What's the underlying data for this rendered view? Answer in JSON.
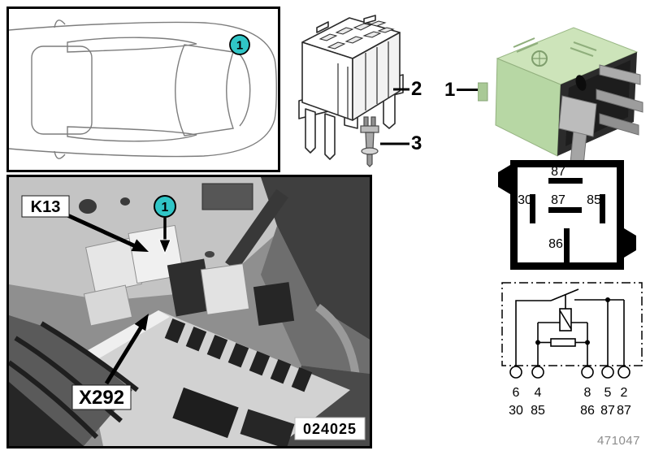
{
  "colors": {
    "callout_fill": "#30c5c6",
    "relay_top_green": "#cde4ba",
    "relay_body_green": "#b7d7a4",
    "photo_bg": "#8f8f8f"
  },
  "car_locator": {
    "callout_label": "1"
  },
  "parts": {
    "relay": {
      "item_number": "1"
    },
    "socket": {
      "item_number": "2"
    },
    "terminal": {
      "item_number": "3"
    }
  },
  "photo": {
    "relay_code": "K13",
    "callout_label": "1",
    "connector_code": "X292",
    "image_number": "024025"
  },
  "pin_diagram": {
    "pin_top": "87",
    "pin_left": "30",
    "pin_center": "87",
    "pin_right": "85",
    "pin_bottom": "86"
  },
  "schematic": {
    "terminals": [
      {
        "pin": "6",
        "function": "30"
      },
      {
        "pin": "4",
        "function": "85"
      },
      {
        "pin": "8",
        "function": "86"
      },
      {
        "pin": "5",
        "function": "87"
      },
      {
        "pin": "2",
        "function": "87"
      }
    ]
  },
  "footer": {
    "drawing_number": "471047"
  }
}
